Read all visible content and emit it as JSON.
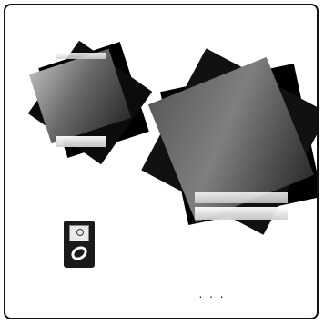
{
  "window": {
    "type": "photo-stack-viewer"
  },
  "stacks": [
    {
      "name": "small-photo-stack",
      "selected": false
    },
    {
      "name": "large-photo-stack",
      "selected": false
    }
  ],
  "device_icon": {
    "name": "music-player-icon"
  },
  "status": {
    "ellipsis": ". . ."
  },
  "colors": {
    "background": "#ffffff",
    "frame": "#111111",
    "photo_dark": "#000000",
    "photo_gray": "#7a7a7a",
    "tape": "#f0f0f0"
  }
}
